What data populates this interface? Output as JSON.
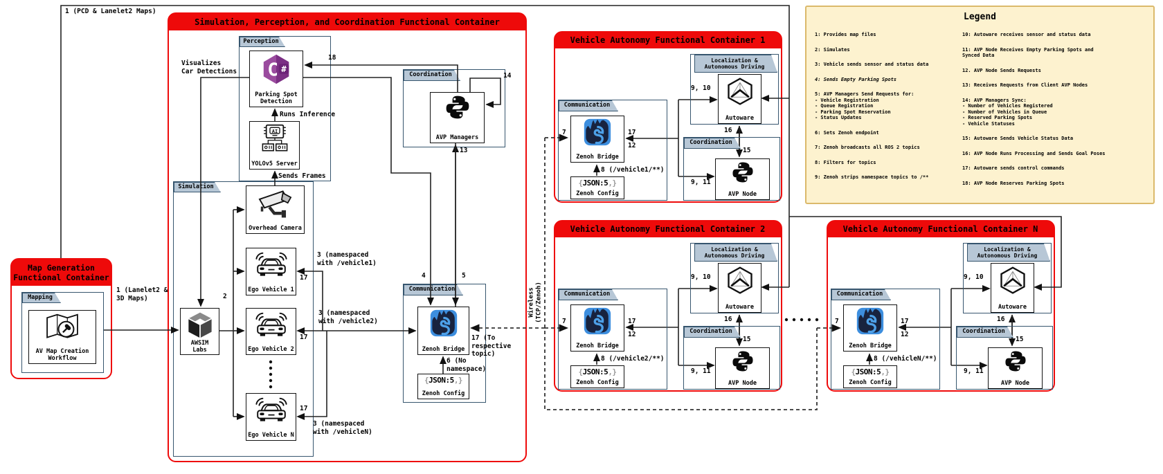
{
  "outer": {
    "map_edge": "1 (PCD & Lanelet2 Maps)"
  },
  "colors": {
    "accent_red": "#ee0a0a",
    "steel_border": "#36556e",
    "badge_fill": "#b7c7d6",
    "legend_bg": "#fdf2cf",
    "legend_border": "#dbb96b",
    "zenoh_blue": "#3d8ede",
    "zenoh_navy": "#18233f",
    "csharp_purple": "#9a4b9e"
  },
  "icons": {
    "map_gen": "map-wrench-icon",
    "sim_engine": "unity-cube-icon",
    "csharp": "csharp-hexagon-icon",
    "ai_server": "ai-server-icon",
    "camera": "cctv-camera-icon",
    "car": "car-wifi-icon",
    "python": "python-icon",
    "zenoh": "zenoh-dragon-icon",
    "autoware": "autoware-hexagon-icon",
    "json5": "json5-icon"
  },
  "json5": {
    "open": "{",
    "core": "JSON:5",
    "close": ",}"
  },
  "map_gen": {
    "title": "Map Generation\nFunctional Container",
    "badge": "Mapping",
    "node": "AV Map Creation\nWorkflow",
    "edge_to_awsim": "1 (Lanelet2 &\n3D Maps)"
  },
  "sim": {
    "title": "Simulation, Perception, and Coordination Functional Container",
    "badges": {
      "perception": "Perception",
      "simulation": "Simulation",
      "coordination": "Coordination",
      "communication": "Communication"
    },
    "nodes": {
      "psd": "Parking Spot\nDetection",
      "yolo": "YOLOv5 Server",
      "camera": "Overhead Camera",
      "awsim": "AWSIM Labs",
      "ego1": "Ego Vehicle 1",
      "ego2": "Ego Vehicle 2",
      "egoN": "Ego Vehicle N",
      "avp_managers": "AVP Managers",
      "zenoh_bridge": "Zenoh Bridge",
      "zenoh_config": "Zenoh Config"
    },
    "edges": {
      "visualizes": "Visualizes\nCar Detections",
      "runs_inference": "Runs Inference",
      "sends_frames": "Sends Frames",
      "n18": "18",
      "n14": "14",
      "n13": "13",
      "n4": "4",
      "n5": "5",
      "n2": "2",
      "ego1_17": "17",
      "ego2_17": "17",
      "egoN_17": "17",
      "ns1": "3 (namespaced\nwith /vehicle1)",
      "ns2": "3 (namespaced\nwith /vehicle2)",
      "nsN": "3 (namespaced\nwith /vehicleN)",
      "no_ns": "6 (No\nnamespace)",
      "to_topic": "17 (To\nrespective\ntopic)"
    }
  },
  "wireless": "Wireless\n(TCP/Zenoh)",
  "vac": {
    "badges": {
      "communication": "Communication",
      "coordination": "Coordination",
      "loc": "Localization &\nAutonomous Driving"
    },
    "nodes": {
      "zenoh_bridge": "Zenoh Bridge",
      "zenoh_config": "Zenoh Config",
      "autoware": "Autoware",
      "avp_node": "AVP Node"
    }
  },
  "containers": {
    "v1": {
      "title": "Vehicle Autonomy Functional Container 1",
      "n7": "7",
      "n17": "17",
      "n12": "12",
      "n8": "8 (/vehicle1/**)",
      "n910": "9, 10",
      "n911": "9, 11",
      "n15": "15",
      "n16": "16"
    },
    "v2": {
      "title": "Vehicle Autonomy Functional Container 2",
      "n7": "7",
      "n17": "17",
      "n12": "12",
      "n8": "8 (/vehicle2/**)",
      "n910": "9, 10",
      "n911": "9, 11",
      "n15": "15",
      "n16": "16"
    },
    "vN": {
      "title": "Vehicle Autonomy Functional Container N",
      "n7": "7",
      "n17": "17",
      "n12": "12",
      "n8": "8 (/vehicleN/**)",
      "n910": "9, 10",
      "n911": "9, 11",
      "n15": "15",
      "n16": "16"
    }
  },
  "legend": {
    "title": "Legend",
    "left": [
      "1: Provides map files",
      "2: Simulates",
      "3: Vehicle sends sensor and status data",
      "4: Sends Empty Parking Spots",
      "5: AVP Managers Send Requests for:\n- Vehicle Registration\n- Queue Registration\n- Parking Spot Reservation\n- Status Updates",
      "6: Sets Zenoh endpoint",
      "7: Zenoh broadcasts all ROS 2 topics",
      "8: Filters for topics",
      "9: Zenoh strips namespace topics to /**"
    ],
    "right": [
      "10: Autoware receives sensor and status data",
      "11: AVP Node Receives Empty Parking Spots and\nSynced Data",
      "12. AVP Node Sends Requests",
      "13: Receives Requests from Client AVP Nodes",
      "14: AVP Managers Sync:\n- Number of Vehicles Registered\n- Number of Vehicles in Queue\n- Reserved Parking Spots\n- Vehicle Statuses",
      "15: Autoware Sends Vehicle Status Data",
      "16: AVP Node Runs Processing and Sends Goal Poses",
      "17: Autoware sends control commands",
      "18: AVP Node Reserves Parking Spots"
    ]
  }
}
